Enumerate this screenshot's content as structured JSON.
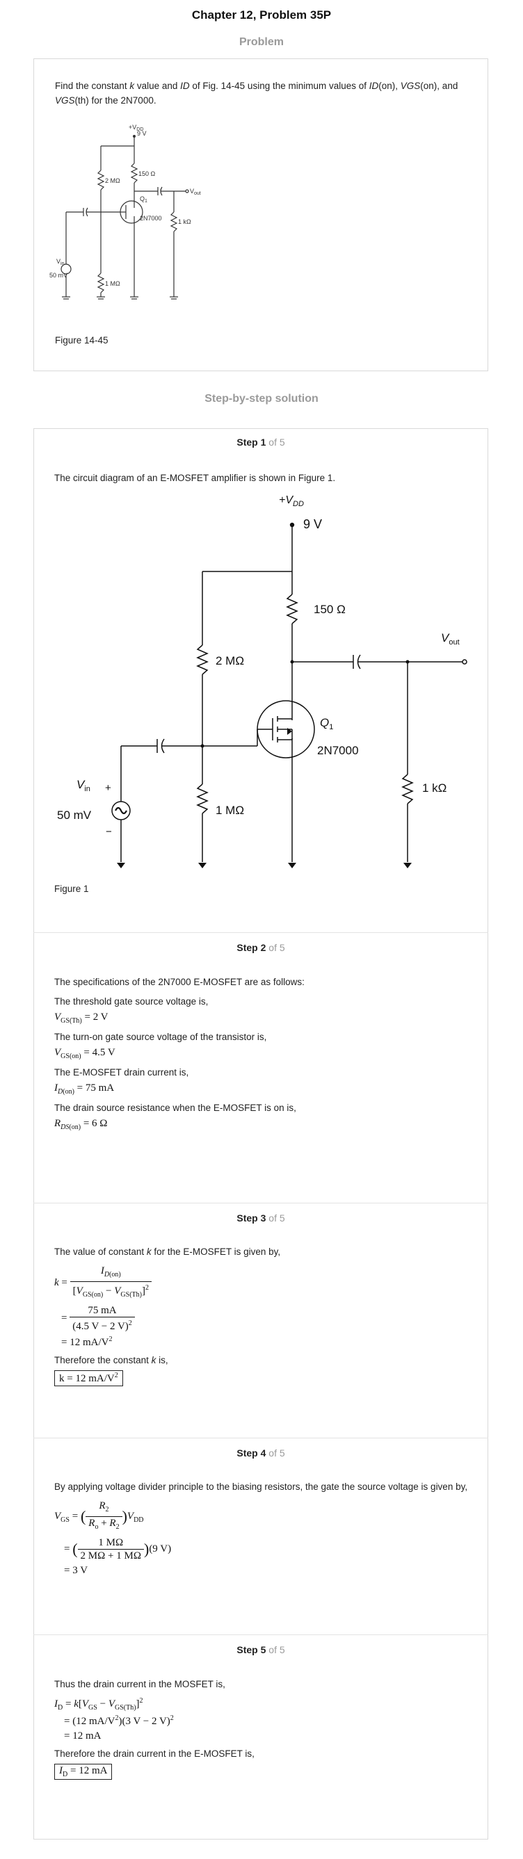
{
  "header": {
    "title": "Chapter 12, Problem 35P"
  },
  "problem": {
    "section_label": "Problem",
    "text_parts": [
      "Find the constant ",
      "k",
      " value and ",
      "ID",
      " of Fig. 14-45 using the minimum values of ",
      "ID",
      "(on), ",
      "VGS",
      "(on), and ",
      "VGS",
      "(th) for the 2N7000."
    ],
    "figure_caption": "Figure 14-45",
    "figure_labels": {
      "vdd": "+V",
      "vdd_sub": "DD",
      "vdd_val": "9 V",
      "r_drain": "150 Ω",
      "r1": "2 MΩ",
      "r2": "1 MΩ",
      "rl": "1 kΩ",
      "q": "Q",
      "q_sub": "1",
      "part": "2N7000",
      "vout": "V",
      "vout_sub": "out",
      "vin": "V",
      "vin_sub": "in",
      "vin_val": "50 mV"
    }
  },
  "solution": {
    "section_label": "Step-by-step solution",
    "step_word": "Step",
    "of_text": "of 5",
    "steps": [
      {
        "number": "1",
        "text": "The circuit diagram of an E-MOSFET amplifier is shown in Figure 1.",
        "figure_caption": "Figure 1"
      },
      {
        "number": "2",
        "intro": "The specifications of the 2N7000 E-MOSFET are as follows:",
        "l1": "The threshold gate source voltage is,",
        "e1": "= 2 V",
        "l2": "The turn-on gate source voltage of the transistor is,",
        "e2": "= 4.5 V",
        "l3": "The E-MOSFET drain current is,",
        "e3": "= 75 mA",
        "l4": "The drain source resistance when the E-MOSFET is on is,",
        "e4": "= 6 Ω"
      },
      {
        "number": "3",
        "intro_a": "The value of constant ",
        "intro_k": "k",
        "intro_b": " for the E-MOSFET is given by,",
        "num2": "75 mA",
        "den2": "(4.5 V − 2 V)",
        "res": "= 12 mA/V",
        "ther_a": "Therefore the constant ",
        "ther_k": "k",
        "ther_b": " is,",
        "final": "k = 12 mA/V"
      },
      {
        "number": "4",
        "intro": "By applying voltage divider principle to the biasing resistors, the gate the source voltage is given by,",
        "num2": "1 MΩ",
        "den2": "2 MΩ + 1 MΩ",
        "mult": "(9 V)",
        "res": "= 3 V"
      },
      {
        "number": "5",
        "intro": "Thus the drain current in the MOSFET is,",
        "line2": "= (12 mA/V",
        "line2b": ")(3 V − 2 V)",
        "res": "= 12 mA",
        "ther": "Therefore the drain current in the E-MOSFET is,",
        "final": "= 12 mA"
      }
    ]
  }
}
